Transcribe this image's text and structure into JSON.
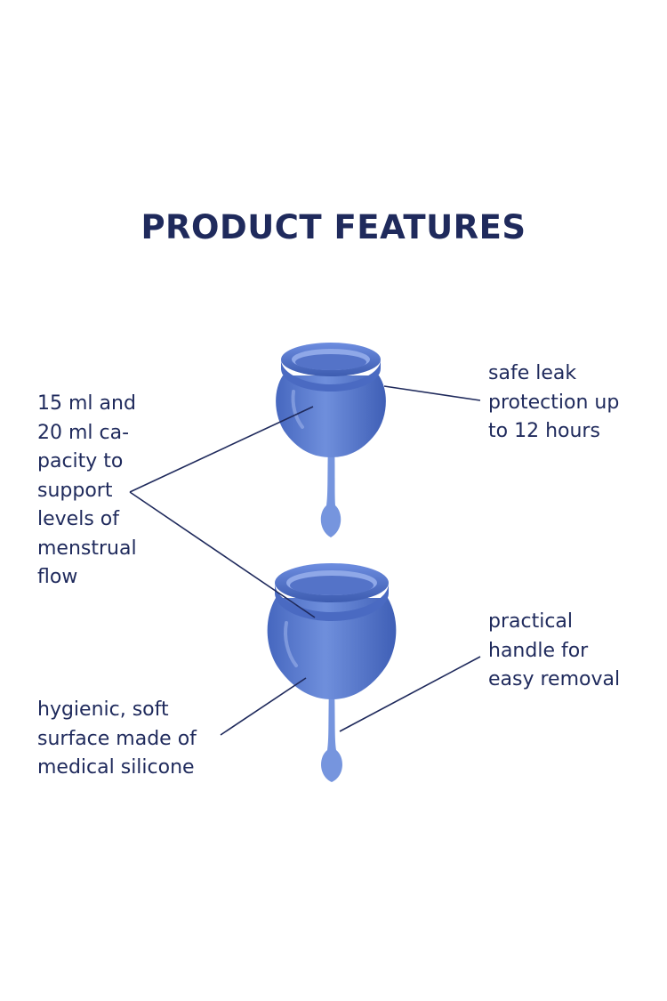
{
  "title": "PRODUCT FEATURES",
  "features": {
    "capacity": [
      "15 ml and",
      "20 ml ca-",
      "pacity to",
      "support",
      "levels of",
      "menstrual",
      "flow"
    ],
    "leak_protection": [
      "safe leak",
      "protection up",
      "to 12 hours"
    ],
    "handle": [
      "practical",
      "handle for",
      "easy removal"
    ],
    "surface": [
      "hygienic, soft",
      "surface made of",
      "medical silicone"
    ]
  },
  "colors": {
    "text": "#1f2a5c",
    "cup": "#5e7fd2",
    "cup_dark": "#3d5cb0",
    "leader_line": "#1f2a5c"
  },
  "icons": [
    "menstrual-cup-small",
    "menstrual-cup-large"
  ]
}
